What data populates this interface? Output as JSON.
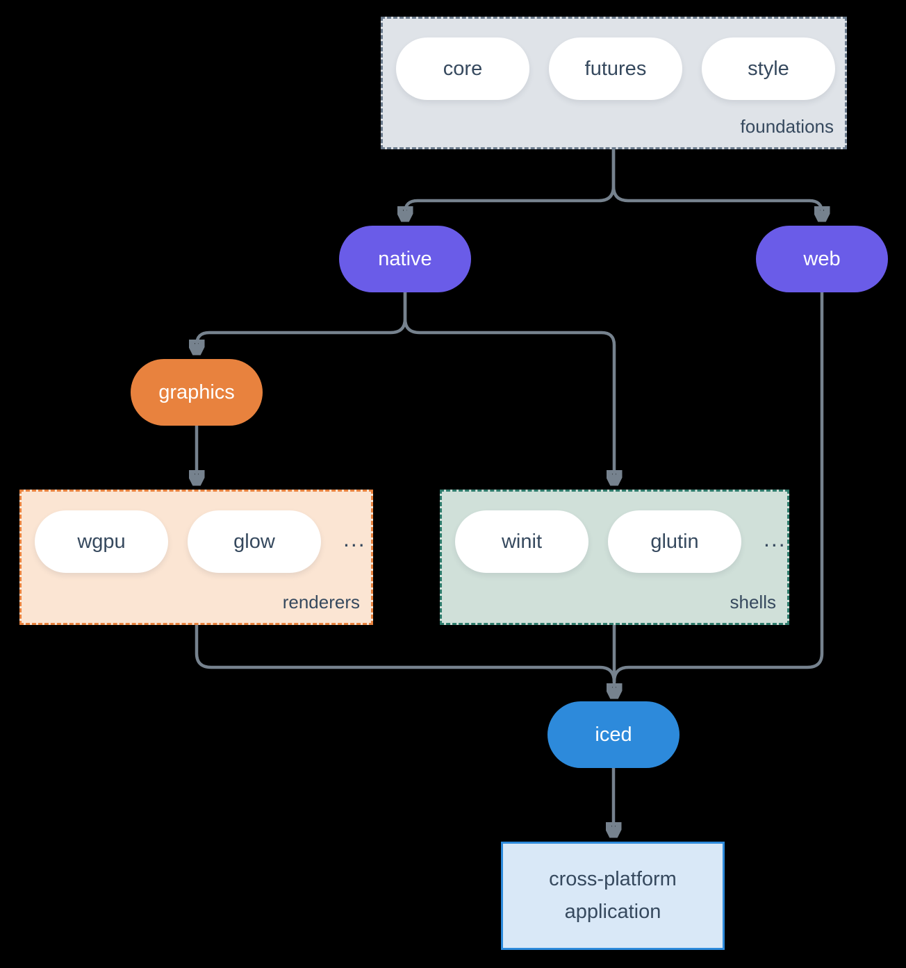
{
  "diagram": {
    "foundations": {
      "label": "foundations",
      "pills": [
        "core",
        "futures",
        "style"
      ]
    },
    "native": {
      "label": "native"
    },
    "web": {
      "label": "web"
    },
    "graphics": {
      "label": "graphics"
    },
    "renderers": {
      "label": "renderers",
      "pills": [
        "wgpu",
        "glow"
      ],
      "ellipsis": "..."
    },
    "shells": {
      "label": "shells",
      "pills": [
        "winit",
        "glutin"
      ],
      "ellipsis": "..."
    },
    "iced": {
      "label": "iced"
    },
    "application": {
      "label": "cross-platform application"
    }
  },
  "colors": {
    "background": "#000000",
    "connector": "#76828e",
    "purple_node": "#6a5ce8",
    "orange_node": "#e8823e",
    "blue_node": "#2d8adb",
    "foundations_fill": "#dfe3e8",
    "foundations_border": "#6a7a8c",
    "renderers_fill": "#fbe5d3",
    "renderers_border": "#e8823e",
    "shells_fill": "#d0e0d9",
    "shells_border": "#2f7d6d",
    "application_fill": "#d9e8f7",
    "application_border": "#2d8adb",
    "pill_fill": "#ffffff",
    "text_dark": "#36495e",
    "text_light": "#ffffff"
  }
}
